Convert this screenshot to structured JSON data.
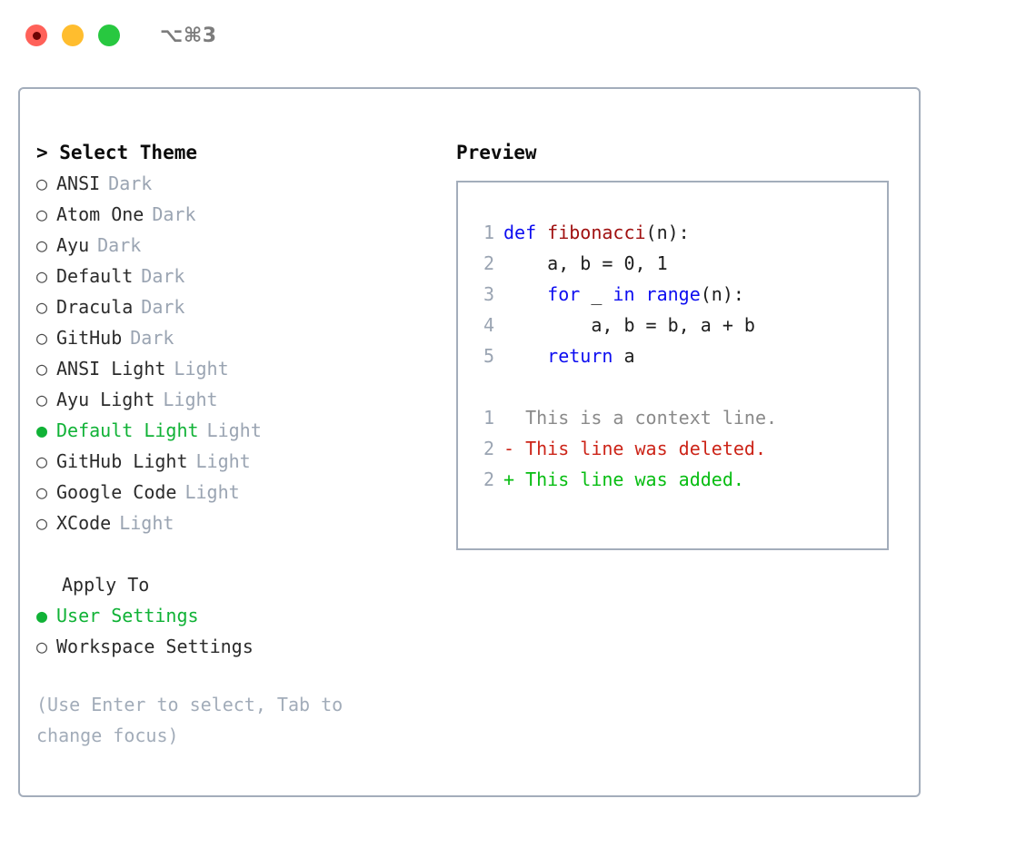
{
  "window": {
    "shortcut": "⌥⌘3",
    "traffic_lights": [
      {
        "name": "close-button",
        "color": "#ff6159"
      },
      {
        "name": "minimize-button",
        "color": "#ffbd2e"
      },
      {
        "name": "maximize-button",
        "color": "#28c840"
      }
    ]
  },
  "theme_picker": {
    "heading": "> Select Theme",
    "marker_unselected": "○",
    "marker_selected": "●",
    "items": [
      {
        "label": "ANSI",
        "badge": "Dark",
        "selected": false
      },
      {
        "label": "Atom One",
        "badge": "Dark",
        "selected": false
      },
      {
        "label": "Ayu",
        "badge": "Dark",
        "selected": false
      },
      {
        "label": "Default",
        "badge": "Dark",
        "selected": false
      },
      {
        "label": "Dracula",
        "badge": "Dark",
        "selected": false
      },
      {
        "label": "GitHub",
        "badge": "Dark",
        "selected": false
      },
      {
        "label": "ANSI Light",
        "badge": "Light",
        "selected": false
      },
      {
        "label": "Ayu Light",
        "badge": "Light",
        "selected": false
      },
      {
        "label": "Default Light",
        "badge": "Light",
        "selected": true
      },
      {
        "label": "GitHub Light",
        "badge": "Light",
        "selected": false
      },
      {
        "label": "Google Code",
        "badge": "Light",
        "selected": false
      },
      {
        "label": "XCode",
        "badge": "Light",
        "selected": false
      }
    ]
  },
  "apply_to": {
    "heading": "Apply To",
    "items": [
      {
        "label": "User Settings",
        "selected": true
      },
      {
        "label": "Workspace Settings",
        "selected": false
      }
    ]
  },
  "hint": "(Use Enter to select, Tab to change focus)",
  "preview": {
    "title": "Preview",
    "code_lines": [
      {
        "no": "1",
        "tokens": [
          {
            "text": "def ",
            "cls": "tok-kw"
          },
          {
            "text": "fibonacci",
            "cls": "tok-fn"
          },
          {
            "text": "(n):",
            "cls": "tok-pl"
          }
        ]
      },
      {
        "no": "2",
        "tokens": [
          {
            "text": "    a, b = 0, 1",
            "cls": "tok-pl"
          }
        ]
      },
      {
        "no": "3",
        "tokens": [
          {
            "text": "    ",
            "cls": "tok-pl"
          },
          {
            "text": "for",
            "cls": "tok-kw"
          },
          {
            "text": " _ ",
            "cls": "tok-pl"
          },
          {
            "text": "in range",
            "cls": "tok-kw"
          },
          {
            "text": "(n):",
            "cls": "tok-pl"
          }
        ]
      },
      {
        "no": "4",
        "tokens": [
          {
            "text": "        a, b = b, a + b",
            "cls": "tok-pl"
          }
        ]
      },
      {
        "no": "5",
        "tokens": [
          {
            "text": "    ",
            "cls": "tok-pl"
          },
          {
            "text": "return",
            "cls": "tok-kw"
          },
          {
            "text": " a",
            "cls": "tok-pl"
          }
        ]
      }
    ],
    "diff_lines": [
      {
        "no": "1",
        "sign": " ",
        "text": " This is a context line.",
        "kind": "context"
      },
      {
        "no": "2",
        "sign": "-",
        "text": " This line was deleted.",
        "kind": "deleted"
      },
      {
        "no": "2",
        "sign": "+",
        "text": " This line was added.",
        "kind": "added"
      }
    ]
  },
  "colors": {
    "accent_green": "#10b236",
    "diff_add_green": "#07bd12",
    "diff_del_red": "#cc2418",
    "keyword_blue": "#0d0df0",
    "function_red": "#a01010",
    "muted_gray": "#9aa4b2",
    "border": "#a3adbb"
  }
}
